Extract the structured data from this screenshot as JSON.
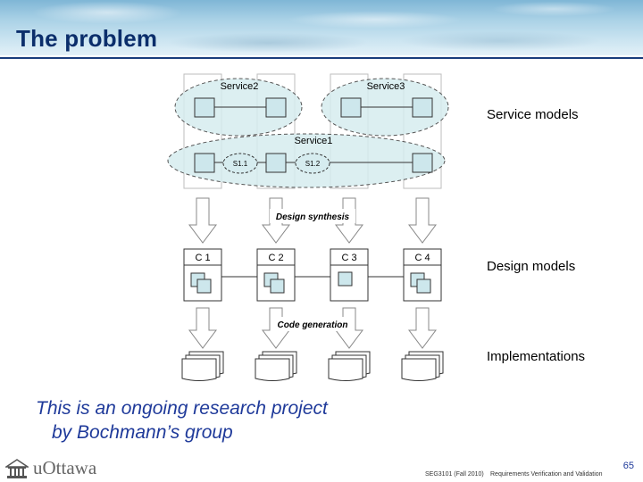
{
  "slide": {
    "title": "The problem",
    "note_line1": "This is an ongoing research project",
    "note_line2": "by Bochmann’s group",
    "page_number": "65",
    "footer_course": "SEG3101 (Fall 2010)",
    "footer_subject": "Requirements Verification and Validation",
    "logo_text": "uOttawa"
  },
  "diagram": {
    "service2": "Service2",
    "service3": "Service3",
    "service1": "Service1",
    "s11": "S1.1",
    "s12": "S1.2",
    "design_synthesis": "Design synthesis",
    "code_generation": "Code generation",
    "components": [
      "C 1",
      "C 2",
      "C 3",
      "C 4"
    ],
    "service_models": "Service models",
    "design_models": "Design models",
    "implementations": "Implementations"
  },
  "colors": {
    "title": "#0b2e6b",
    "note": "#1f3a9a",
    "ellipse_fill": "#d6ecef",
    "box_fill": "#cde7ec"
  }
}
